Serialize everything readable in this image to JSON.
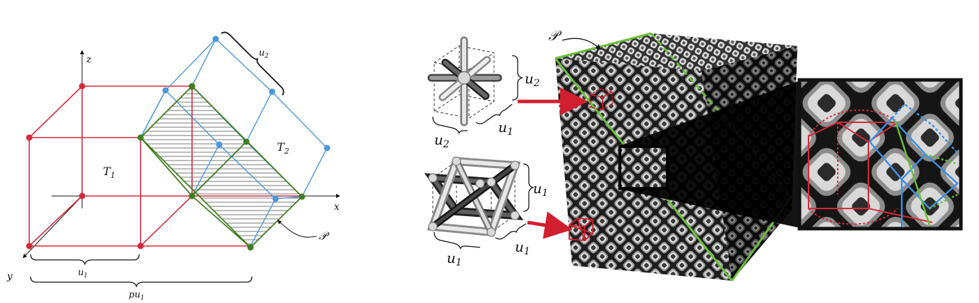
{
  "left_diagram": {
    "axes": {
      "x": "x",
      "y": "y",
      "z": "z"
    },
    "cells": {
      "t1": "T",
      "t1_sub": "1",
      "t2": "T",
      "t2_sub": "2"
    },
    "plane_label": "𝒫",
    "dims": {
      "u1": "u",
      "u1_sub": "1",
      "pu1": "pu",
      "pu1_sub": "1",
      "u2": "u",
      "u2_sub": "2"
    },
    "colors": {
      "cell1": "#d42a3a",
      "cell2": "#4b97dc",
      "plane": "#3f7d1e"
    }
  },
  "right_figure": {
    "plane_label": "𝒫",
    "unit_cell_top": {
      "height": "u",
      "height_sub": "2",
      "width_a": "u",
      "width_a_sub": "2",
      "width_b": "u",
      "width_b_sub": "1"
    },
    "unit_cell_bottom": {
      "height": "u",
      "height_sub": "1",
      "width_a": "u",
      "width_a_sub": "1",
      "width_b": "u",
      "width_b_sub": "1"
    },
    "colors": {
      "arrow": "#d11f2f",
      "plane": "#6cbf3a",
      "inset_border": "#111111",
      "inset_blue": "#3f8fe0"
    }
  }
}
